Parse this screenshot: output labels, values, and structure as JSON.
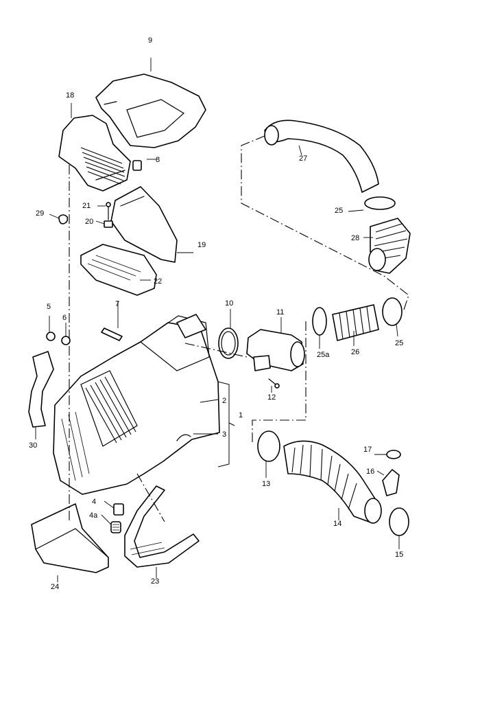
{
  "callouts": {
    "c1": "1",
    "c2": "2",
    "c3": "3",
    "c4": "4",
    "c4a": "4a",
    "c5": "5",
    "c6": "6",
    "c7": "7",
    "c8": "8",
    "c9": "9",
    "c10": "10",
    "c11": "11",
    "c12": "12",
    "c13": "13",
    "c14": "14",
    "c15": "15",
    "c16": "16",
    "c17": "17",
    "c18": "18",
    "c19": "19",
    "c20": "20",
    "c21": "21",
    "c22": "22",
    "c23": "23",
    "c24": "24",
    "c25_top": "25",
    "c25_right": "25",
    "c25a": "25a",
    "c26": "26",
    "c27": "27",
    "c28": "28",
    "c29": "29",
    "c30": "30"
  }
}
